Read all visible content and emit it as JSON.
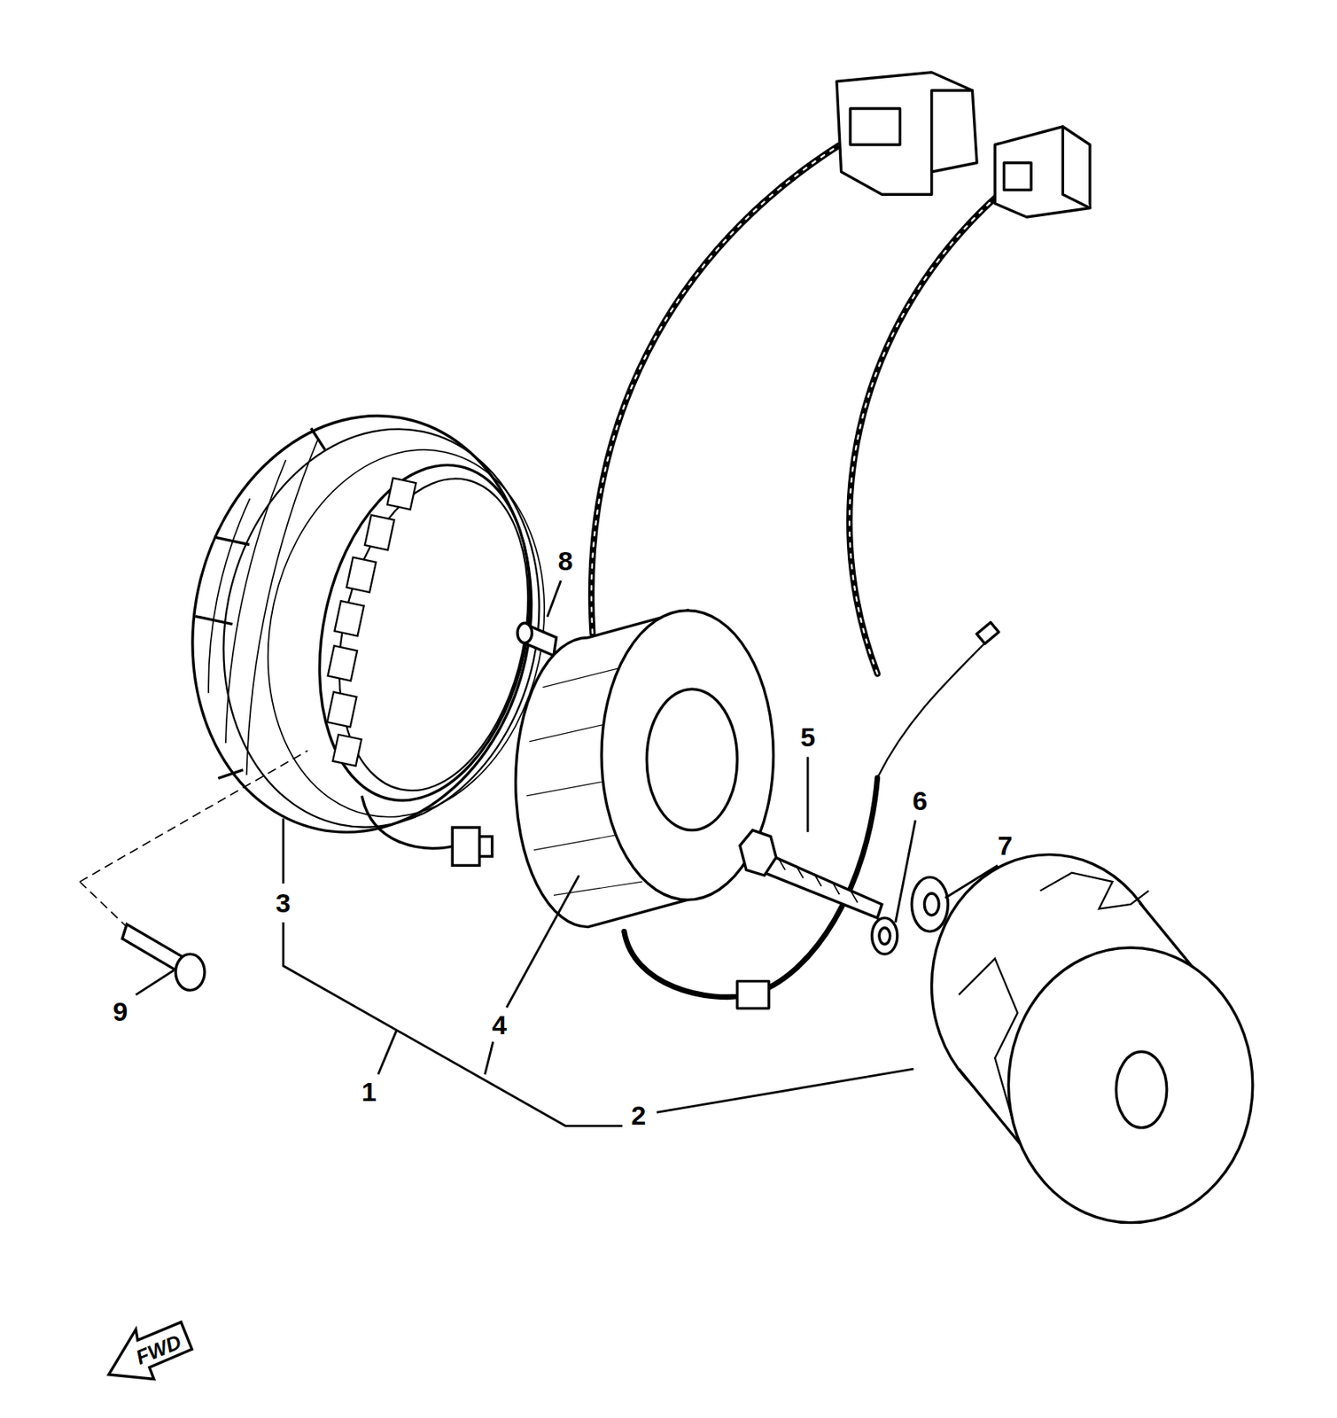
{
  "diagram": {
    "labels": [
      "8",
      "5",
      "6",
      "7",
      "3",
      "9",
      "4",
      "1",
      "2",
      "FWD"
    ]
  }
}
